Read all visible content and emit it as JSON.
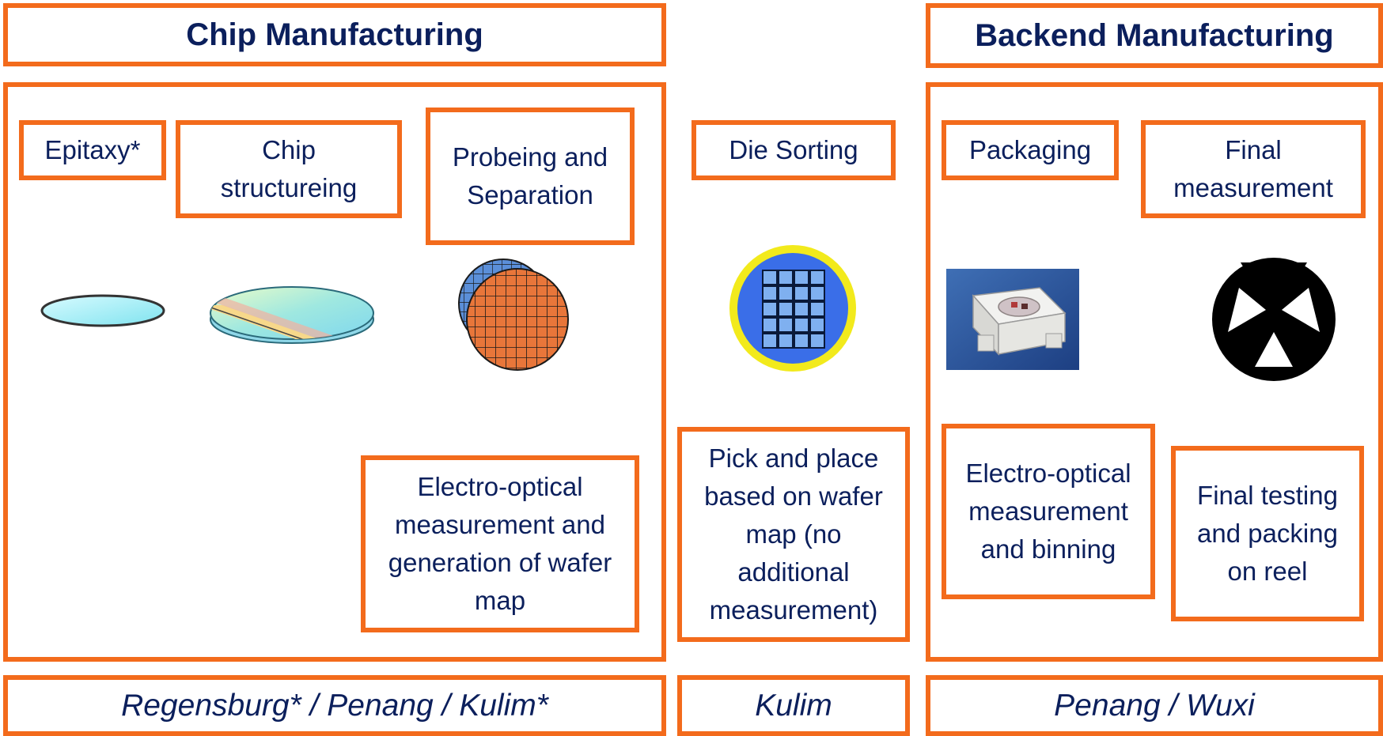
{
  "headers": {
    "chip": "Chip Manufacturing",
    "backend": "Backend Manufacturing"
  },
  "steps": {
    "epitaxy": "Epitaxy*",
    "chip_structuring": "Chip structureing",
    "probing_separation": "Probeing and Separation",
    "die_sorting": "Die Sorting",
    "packaging": "Packaging",
    "final_measurement": "Final measurement"
  },
  "descriptions": {
    "chip_eo": "Electro-optical measurement and generation of wafer map",
    "pick_place": "Pick and place based on wafer map (no additional measurement)",
    "backend_eo": "Electro-optical measurement and binning",
    "final_testing": "Final testing and packing on reel"
  },
  "locations": {
    "chip": "Regensburg* / Penang / Kulim*",
    "die": "Kulim",
    "backend": "Penang / Wuxi"
  },
  "colors": {
    "frame_orange": "#f36b1c",
    "text_navy": "#0b1f5c",
    "die_blue": "#3a6ee8",
    "die_ring_yellow": "#f2ea1c",
    "wafer_orange": "#e8763a",
    "wafer_grid_blue": "#5b8fd9"
  },
  "icons": [
    "epitaxy-wafer-icon",
    "structured-wafer-icon",
    "separated-wafer-icon",
    "die-sorting-wafer-icon",
    "led-package-icon",
    "final-measurement-radiation-icon"
  ]
}
